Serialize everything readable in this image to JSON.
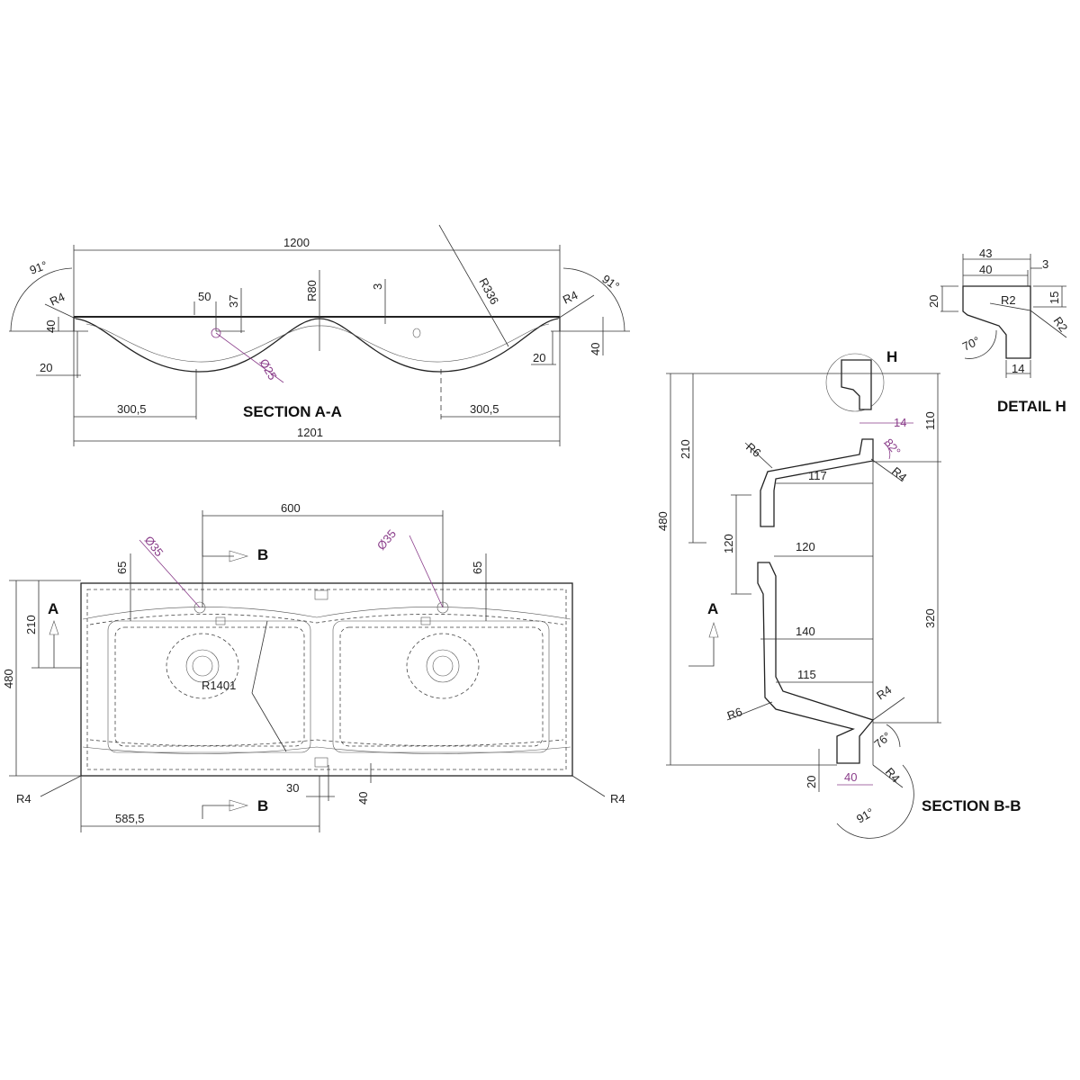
{
  "section_aa": {
    "title": "SECTION A-A",
    "dim_width_top": "1200",
    "dim_width_bottom": "1201",
    "angle_left": "91°",
    "angle_right": "91°",
    "radius_left": "R4",
    "radius_right": "R4",
    "dim_50": "50",
    "dim_37": "37",
    "radius_center": "R80",
    "dim_3": "3",
    "radius_bowl": "R336",
    "dim_40_left": "40",
    "dim_40_right": "40",
    "dim_20_left": "20",
    "dim_20_right": "20",
    "hole_diameter": "Ø25",
    "dim_300_5_left": "300,5",
    "dim_300_5_right": "300,5"
  },
  "plan_view": {
    "dim_600": "600",
    "tap_hole_left": "Ø35",
    "tap_hole_right": "Ø35",
    "section_b_top": "B",
    "section_b_bottom": "B",
    "dim_65_left": "65",
    "dim_65_right": "65",
    "section_a": "A",
    "dim_210": "210",
    "dim_480": "480",
    "radius_r1401": "R1401",
    "radius_left": "R4",
    "radius_right": "R4",
    "dim_30": "30",
    "dim_40": "40",
    "dim_585_5": "585,5"
  },
  "section_bb": {
    "title": "SECTION B-B",
    "detail_marker": "H",
    "dim_480": "480",
    "dim_210": "210",
    "dim_14": "14",
    "dim_110": "110",
    "radius_r6_top": "R6",
    "angle_82": "82°",
    "dim_117": "117",
    "radius_r4_top": "R4",
    "dim_120_vertical": "120",
    "dim_120": "120",
    "section_a": "A",
    "dim_320": "320",
    "dim_140": "140",
    "dim_115": "115",
    "radius_r4_mid": "R4",
    "radius_r6_bottom": "R6",
    "angle_76": "76°",
    "dim_20": "20",
    "dim_40": "40",
    "radius_r4_bottom": "R4",
    "angle_91": "91°"
  },
  "detail_h": {
    "title": "DETAIL H",
    "dim_43": "43",
    "dim_40": "40",
    "dim_3": "3",
    "dim_20": "20",
    "radius_r2_inner": "R2",
    "dim_15": "15",
    "radius_r2_outer": "R2",
    "angle_70": "70°",
    "dim_14": "14"
  },
  "colors": {
    "accent_dimension": "#8a3d8a"
  }
}
